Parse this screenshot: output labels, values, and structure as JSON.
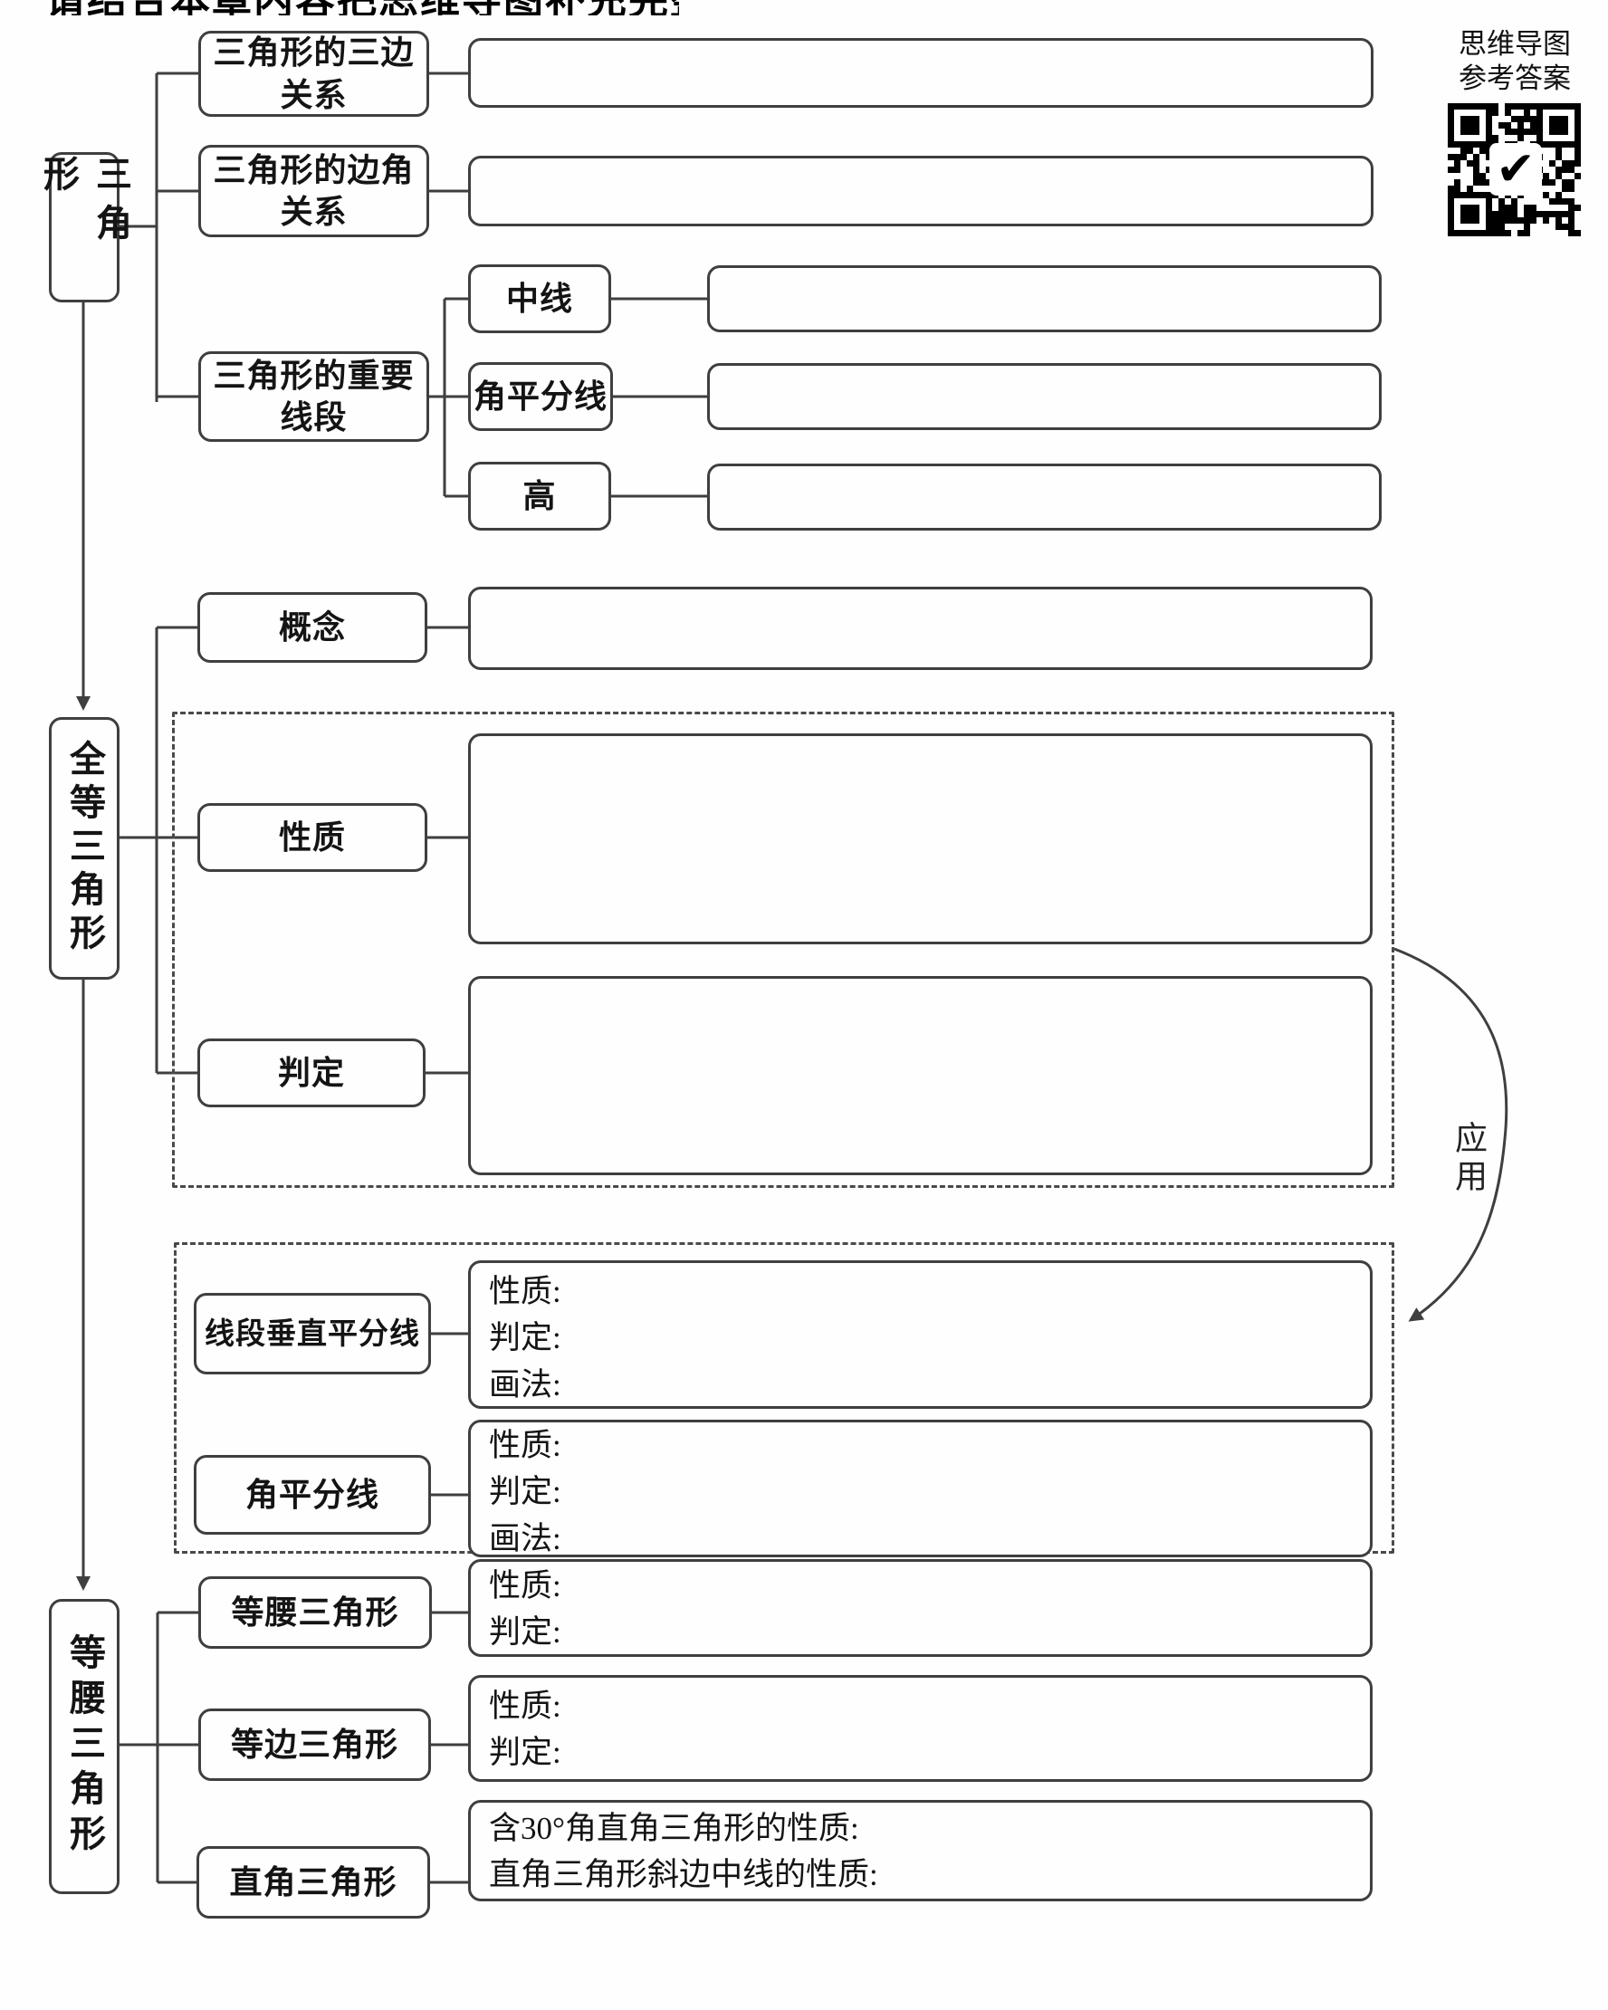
{
  "title_partial": "请结合本章内容把思维导图补充完整",
  "qr_panel": {
    "caption_line1": "思维导图",
    "caption_line2": "参考答案"
  },
  "icons": {
    "qr_check": "✔"
  },
  "colors": {
    "line": "#3f3f3f",
    "background": "#fefefe",
    "text": "#141414"
  },
  "nodes": {
    "root1": "三角形",
    "b11": {
      "line1": "三角形的三边",
      "line2": "关系"
    },
    "b12": {
      "line1": "三角形的边角",
      "line2": "关系"
    },
    "b13": {
      "line1": "三角形的重要",
      "line2": "线段"
    },
    "b131": "中线",
    "b132": "角平分线",
    "b133": "高",
    "root2": "全等三角形",
    "b21": "概念",
    "b22": "性质",
    "b23": "判定",
    "b24": "线段垂直平分线",
    "b25": "角平分线",
    "apply": "应用",
    "root3": "等腰三角形",
    "b31": "等腰三角形",
    "b32": "等边三角形",
    "b33": "直角三角形"
  },
  "content_labels": {
    "property": "性质:",
    "judgment": "判定:",
    "drawing": "画法:",
    "right_triangle_line1": "含30°角直角三角形的性质:",
    "right_triangle_line2": "直角三角形斜边中线的性质:"
  }
}
